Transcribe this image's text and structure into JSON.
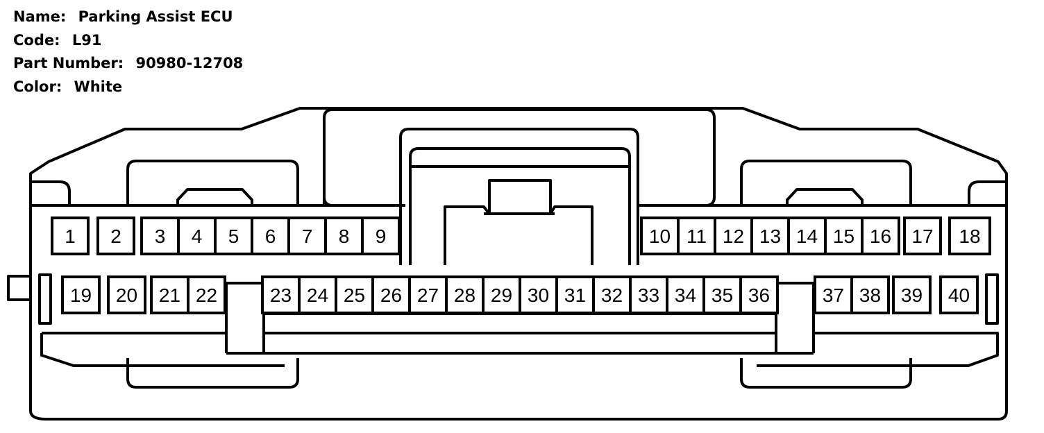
{
  "connector": {
    "name_label": "Name:",
    "name_value": "Parking Assist ECU",
    "code_label": "Code:",
    "code_value": "L91",
    "part_label": "Part Number:",
    "part_value": "90980-12708",
    "color_label": "Color:",
    "color_value": "White"
  },
  "pins": {
    "row1": [
      "1",
      "2",
      "3",
      "4",
      "5",
      "6",
      "7",
      "8",
      "9",
      "10",
      "11",
      "12",
      "13",
      "14",
      "15",
      "16",
      "17",
      "18"
    ],
    "row2": [
      "19",
      "20",
      "21",
      "22",
      "23",
      "24",
      "25",
      "26",
      "27",
      "28",
      "29",
      "30",
      "31",
      "32",
      "33",
      "34",
      "35",
      "36",
      "37",
      "38",
      "39",
      "40"
    ]
  },
  "colors": {
    "line": "#000000",
    "background": "#ffffff"
  }
}
